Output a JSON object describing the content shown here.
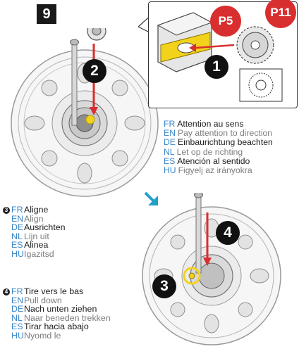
{
  "step_number": "9",
  "callout": {
    "badge_p5": "P5",
    "badge_p11": "P11",
    "step_circle": "1"
  },
  "assembly_labels": {
    "top_circle": "2",
    "bottom_arrow_circle": "4",
    "bottom_ring_circle": "3"
  },
  "direction_notice": [
    {
      "code": "FR",
      "text": "Attention au sens",
      "tone": "black"
    },
    {
      "code": "EN",
      "text": "Pay attention to direction",
      "tone": "grey"
    },
    {
      "code": "DE",
      "text": "Einbaurichtung beachten",
      "tone": "black"
    },
    {
      "code": "NL",
      "text": "Let op de richting",
      "tone": "grey"
    },
    {
      "code": "ES",
      "text": "Atención al sentido",
      "tone": "black"
    },
    {
      "code": "HU",
      "text": "Figyelj az irányokra",
      "tone": "grey"
    }
  ],
  "align_legend": {
    "marker": "3",
    "lines": [
      {
        "code": "FR",
        "text": "Aligne",
        "tone": "black"
      },
      {
        "code": "EN",
        "text": "Align",
        "tone": "grey"
      },
      {
        "code": "DE",
        "text": "Ausrichten",
        "tone": "black"
      },
      {
        "code": "NL",
        "text": "Lijn uit",
        "tone": "grey"
      },
      {
        "code": "ES",
        "text": "Alinea",
        "tone": "black"
      },
      {
        "code": "HU",
        "text": "Igazitsd",
        "tone": "grey"
      }
    ]
  },
  "pull_legend": {
    "marker": "4",
    "lines": [
      {
        "code": "FR",
        "text": "Tire vers le bas",
        "tone": "black"
      },
      {
        "code": "EN",
        "text": "Pull down",
        "tone": "grey"
      },
      {
        "code": "DE",
        "text": "Nach unten ziehen",
        "tone": "black"
      },
      {
        "code": "NL",
        "text": "Naar beneden trekken",
        "tone": "grey"
      },
      {
        "code": "ES",
        "text": "Tirar hacia abajo",
        "tone": "black"
      },
      {
        "code": "HU",
        "text": "Nyomd le",
        "tone": "grey"
      }
    ]
  },
  "colors": {
    "accent_red": "#d92e2f",
    "accent_blue": "#3a86c8",
    "highlight_yellow": "#f2d21a",
    "arrow_cyan": "#1fa0c8"
  }
}
